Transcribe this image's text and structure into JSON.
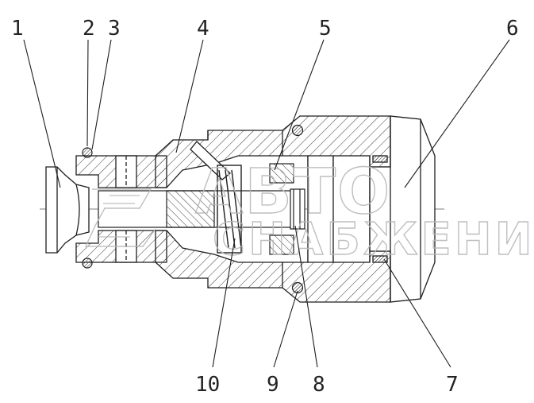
{
  "diagram": {
    "callouts": [
      {
        "id": "c1",
        "label": "1"
      },
      {
        "id": "c2",
        "label": "2"
      },
      {
        "id": "c3",
        "label": "3"
      },
      {
        "id": "c4",
        "label": "4"
      },
      {
        "id": "c5",
        "label": "5"
      },
      {
        "id": "c6",
        "label": "6"
      },
      {
        "id": "c7",
        "label": "7"
      },
      {
        "id": "c8",
        "label": "8"
      },
      {
        "id": "c9",
        "label": "9"
      },
      {
        "id": "c10",
        "label": "10"
      }
    ],
    "watermark": {
      "line1": "АВТО",
      "line2": "СНАБЖЕНИЕ",
      "shown_line2": "СНАБЖЕНИЕ"
    },
    "colors": {
      "outline": "#1e1e1e",
      "hatch": "#3a3a3a",
      "background": "#ffffff",
      "watermark": "#b9b9b9"
    }
  }
}
